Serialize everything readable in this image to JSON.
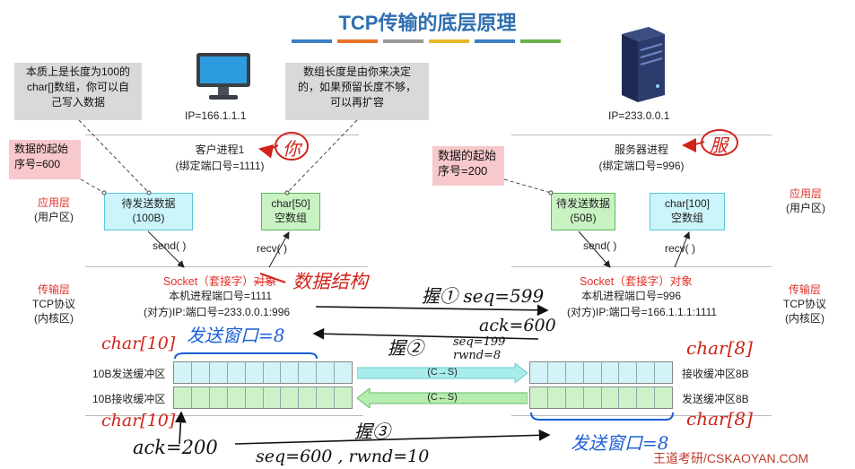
{
  "title": "TCP传输的底层原理",
  "title_stripe_colors": [
    "#3b7fc4",
    "#e8742a",
    "#9a9a9a",
    "#e8b82a",
    "#3b7fc4",
    "#6ab04c"
  ],
  "watermark": "王道考研/CSKAOYAN.COM",
  "client": {
    "ip": "IP=166.1.1.1",
    "process": "客户进程1",
    "port_note": "(绑定端口号=1111)",
    "note_left": [
      "本质上是长度为100的",
      "char[]数组，你可以自",
      "己写入数据"
    ],
    "note_right": [
      "数组长度是由你来决定",
      "的，如果预留长度不够，",
      "可以再扩容"
    ],
    "seq_note": [
      "数据的起始",
      "序号=600"
    ],
    "send_box": [
      "待发送数据",
      "(100B)"
    ],
    "recv_box": [
      "char[50]",
      "空数组"
    ],
    "send_call": "send( )",
    "recv_call": "recv( )",
    "socket": "Socket（套接字）",
    "socket_struck": "对象",
    "local_port": "本机进程端口号=1111",
    "peer": "(对方)IP:端口号=233.0.0.1:996",
    "send_buffer": "10B发送缓冲区",
    "recv_buffer": "10B接收缓冲区",
    "send_cells": 10,
    "recv_cells": 10
  },
  "server": {
    "ip": "IP=233.0.0.1",
    "process": "服务器进程",
    "port_note": "(绑定端口号=996)",
    "seq_note": [
      "数据的起始",
      "序号=200"
    ],
    "send_box": [
      "待发送数据",
      "(50B)"
    ],
    "recv_box": [
      "char[100]",
      "空数组"
    ],
    "send_call": "send( )",
    "recv_call": "recv( )",
    "socket": "Socket（套接字）对象",
    "local_port": "本机进程端口号=996",
    "peer": "(对方)IP:端口号=166.1.1.1:1111",
    "recv_buffer": "接收缓冲区8B",
    "send_buffer": "发送缓冲区8B",
    "recv_cells": 8,
    "send_cells": 8
  },
  "layers": {
    "app_left": [
      "应用层",
      "(用户区)"
    ],
    "app_right": [
      "应用层",
      "(用户区)"
    ],
    "transport_left": [
      "传输层",
      "TCP协议",
      "(内核区)"
    ],
    "transport_right": [
      "传输层",
      "TCP协议",
      "(内核区)"
    ]
  },
  "pipes": {
    "c_to_s": "(C→S)",
    "s_to_c": "(C←S)"
  },
  "handwriting": {
    "you": "你",
    "server_circle": "服",
    "data_structure": "数据结构",
    "hs1": "握①  seq=599",
    "ack600": "ack=600",
    "hs2": "握②",
    "seq199": "seq=199",
    "rwnd8": "rwnd=8",
    "send_window_8": "发送窗口=8",
    "char10_top": "char[10]",
    "char10_bottom": "char[10]",
    "char8_top": "char[8]",
    "char8_bottom": "char[8]",
    "ack200": "ack=200",
    "hs3": "握③",
    "seq600_rwnd10": "seq=600 , rwnd=10",
    "send_window_8_right": "发送窗口=8"
  }
}
